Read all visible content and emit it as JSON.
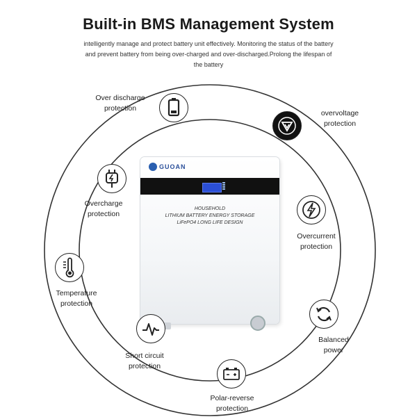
{
  "header": {
    "title": "Built-in BMS Management System",
    "description_lines": [
      "intelligently manage and protect battery unit effectively. Monitoring the status of the battery",
      "and prevent battery from being over-charged and over-discharged.Prolong the lifespan of",
      "the battery"
    ]
  },
  "product": {
    "brand": "GUOAN",
    "text_lines": [
      "HOUSEHOLD",
      "LITHIUM BATTERY ENERGY STORAGE",
      "LiFePO4 LONG LIFE DESIGN"
    ]
  },
  "features": [
    {
      "id": "over-discharge",
      "icon": "battery-low-icon",
      "lines": [
        "Over discharge",
        "protection"
      ]
    },
    {
      "id": "overvoltage",
      "icon": "voltage-triangle-icon",
      "lines": [
        "overvoltage",
        "protection"
      ]
    },
    {
      "id": "overcharge",
      "icon": "plug-charge-icon",
      "lines": [
        "Overcharge",
        "protection"
      ]
    },
    {
      "id": "overcurrent",
      "icon": "lightning-icon",
      "lines": [
        "Overcurrent",
        "protection"
      ]
    },
    {
      "id": "temperature",
      "icon": "thermometer-icon",
      "lines": [
        "Temperature",
        "protection"
      ]
    },
    {
      "id": "balanced-power",
      "icon": "refresh-icon",
      "lines": [
        "Balanced",
        "power"
      ]
    },
    {
      "id": "short-circuit",
      "icon": "pulse-icon",
      "lines": [
        "Short circuit",
        "protection"
      ]
    },
    {
      "id": "polar-reverse",
      "icon": "battery-terminal-icon",
      "lines": [
        "Polar-reverse",
        "protection"
      ]
    }
  ]
}
